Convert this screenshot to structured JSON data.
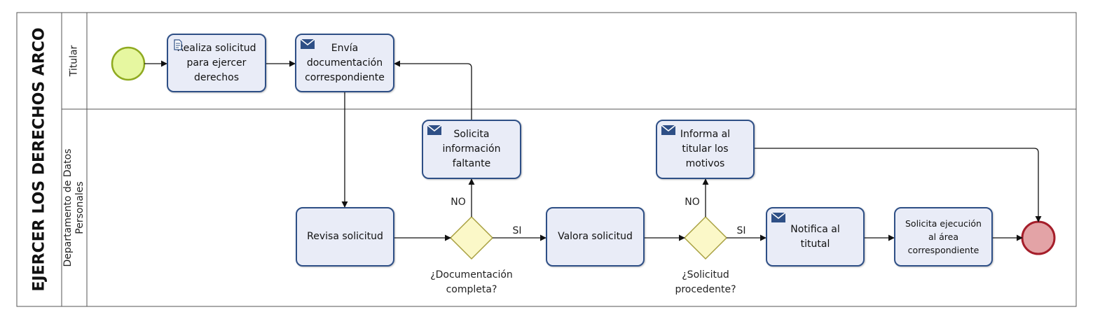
{
  "pool": {
    "title": "EJERCER LOS DERECHOS ARCO"
  },
  "lanes": [
    {
      "id": "titular",
      "label": "Titular"
    },
    {
      "id": "dpto",
      "label": "Departamento de Datos\nPersonales"
    }
  ],
  "tasks": {
    "realiza": {
      "label": "Realiza solicitud\npara ejercer\nderechos",
      "icon": "document-icon"
    },
    "envia": {
      "label": "Envía\ndocumentación\ncorrespondiente",
      "icon": "envelope-icon"
    },
    "solicita_info": {
      "label": "Solicita\ninformación\nfaltante",
      "icon": "envelope-icon"
    },
    "informa": {
      "label": "Informa al\ntitular los\nmotivos",
      "icon": "envelope-icon"
    },
    "revisa": {
      "label": "Revisa solicitud"
    },
    "valora": {
      "label": "Valora solicitud"
    },
    "notifica": {
      "label": "Notifica al\ntitutal",
      "icon": "envelope-icon"
    },
    "ejecucion": {
      "label": "Solicita ejecución\nal área\ncorrespondiente"
    }
  },
  "gateways": {
    "doc": {
      "label": "¿Documentación\ncompleta?",
      "yes": "SI",
      "no": "NO"
    },
    "proc": {
      "label": "¿Solicitud\nprocedente?",
      "yes": "SI",
      "no": "NO"
    }
  },
  "colors": {
    "task_fill": "#e9ecf7",
    "task_border": "#2e4f86",
    "start_fill": "#e6f7a0",
    "start_border": "#8faa20",
    "end_fill": "#e3a3a6",
    "end_border": "#a51e2a",
    "gateway_fill": "#fbf8c8",
    "gateway_border": "#a8a040"
  }
}
